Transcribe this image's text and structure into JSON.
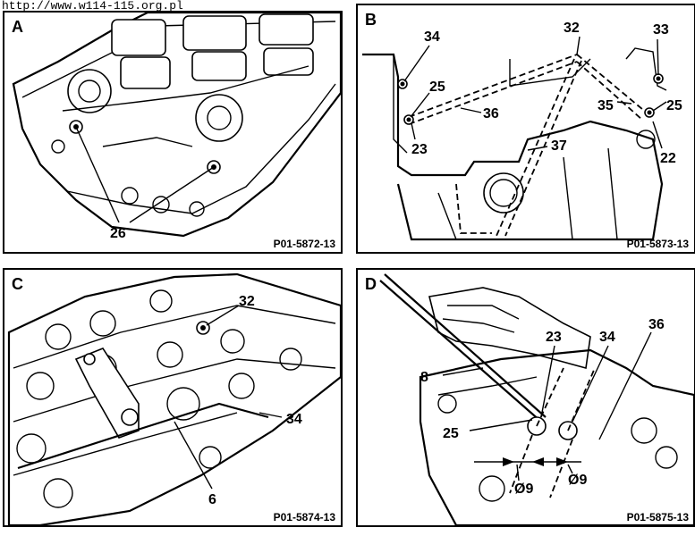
{
  "header": {
    "url": "http://www.w114-115.org.pl"
  },
  "panels": [
    {
      "letter": "A",
      "code": "P01-5872-13",
      "callouts": [
        "26"
      ]
    },
    {
      "letter": "B",
      "code": "P01-5873-13",
      "callouts": [
        "32",
        "34",
        "33",
        "25",
        "35",
        "25",
        "36",
        "23",
        "37",
        "22"
      ]
    },
    {
      "letter": "C",
      "code": "P01-5874-13",
      "callouts": [
        "32",
        "34",
        "6"
      ]
    },
    {
      "letter": "D",
      "code": "P01-5875-13",
      "callouts": [
        "23",
        "34",
        "36",
        "8",
        "25",
        "Ø9",
        "Ø9"
      ]
    }
  ]
}
